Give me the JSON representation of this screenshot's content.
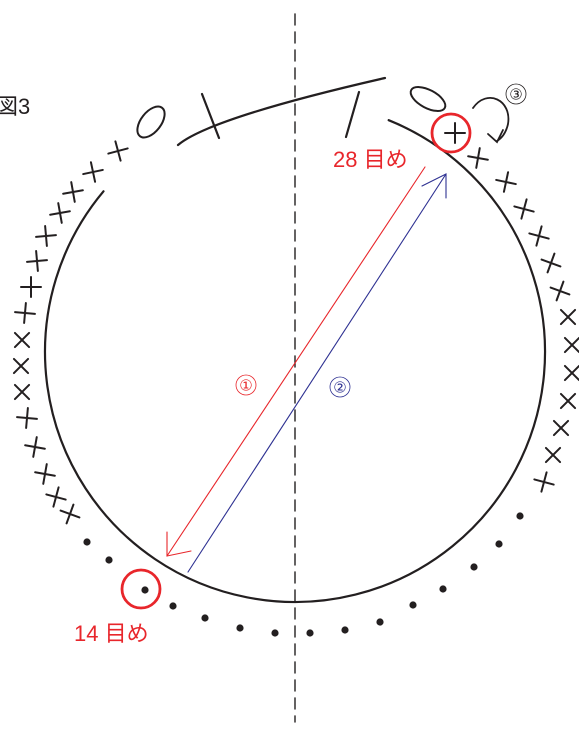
{
  "figure_label": "図3",
  "stitch_28_label": "28 目め",
  "stitch_14_label": "14 目め",
  "step1": "①",
  "step2": "②",
  "step3": "③",
  "colors": {
    "ink": "#231f20",
    "red": "#e8262b",
    "blue": "#2e3192"
  },
  "icons": {
    "single_crochet": "cross-stitch-symbol",
    "chain": "oval-chain-symbol",
    "slip_stitch": "dot-symbol"
  }
}
